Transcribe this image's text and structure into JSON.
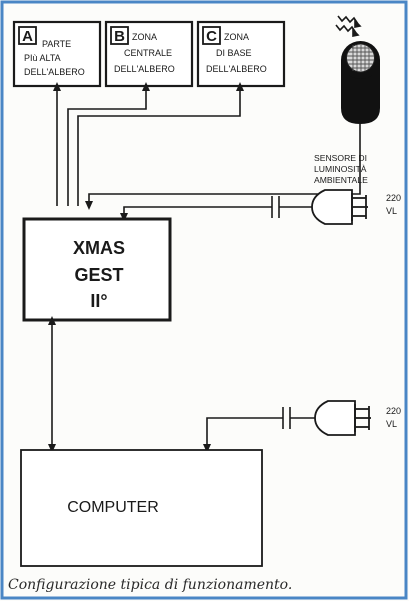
{
  "boxes": {
    "a": {
      "letter": "A",
      "lines": [
        "PARTE",
        "PIù  ALTA",
        "DELL'ALBERO"
      ]
    },
    "b": {
      "letter": "B",
      "lines": [
        "ZONA",
        "CENTRALE",
        "DELL'ALBERO"
      ]
    },
    "c": {
      "letter": "C",
      "lines": [
        "ZONA",
        "DI BASE",
        "DELL'ALBERO"
      ]
    }
  },
  "sensor": {
    "lines": [
      "SENSORE DI",
      "LUMINOSITÀ",
      "AMBIENTALE"
    ]
  },
  "controller": {
    "lines": [
      "XMAS",
      "GEST",
      "II°"
    ]
  },
  "computer": {
    "label": "COMPUTER"
  },
  "power_top": {
    "lines": [
      "220",
      "VL"
    ]
  },
  "power_bottom": {
    "lines": [
      "220",
      "VL"
    ]
  },
  "caption": "Configurazione tipica di funzionamento.",
  "colors": {
    "frame_border": "#4a86c5",
    "line": "#1a1a1a",
    "sensor_body": "#111111"
  },
  "icons": [
    "light-rays-icon",
    "light-sensor-icon",
    "capacitor-icon",
    "power-plug-icon"
  ]
}
